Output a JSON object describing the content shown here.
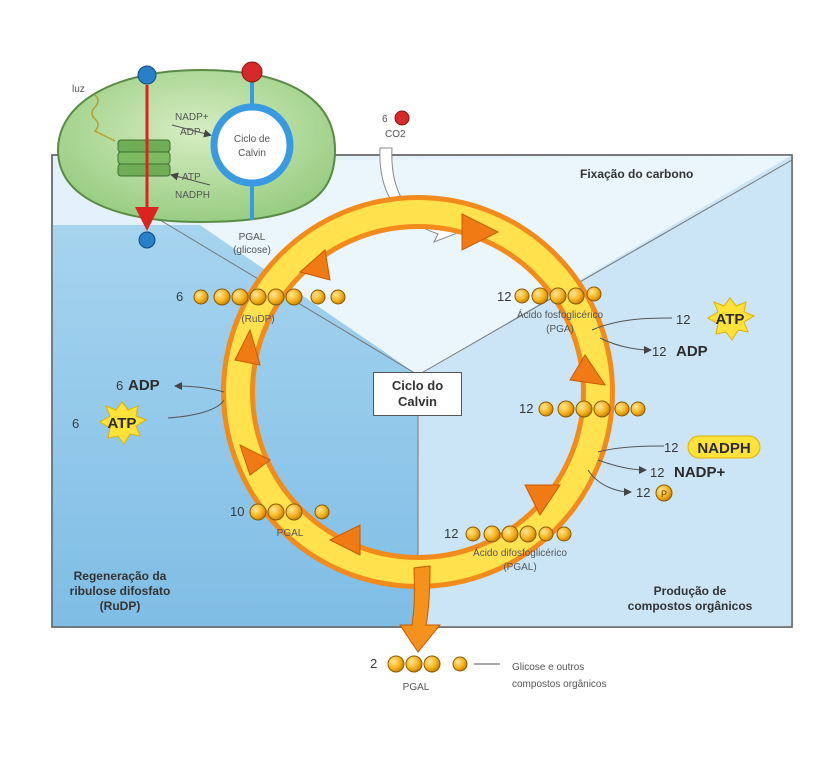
{
  "chloroplast": {
    "light_label": "luz",
    "mini_cycle_line1": "Ciclo de",
    "mini_cycle_line2": "Calvin",
    "mini_labels": [
      "NADP+",
      "ADP",
      "ATP",
      "NADPH"
    ],
    "bottom_line1": "PGAL",
    "bottom_line2": "(glicose)"
  },
  "co2": {
    "count": "6",
    "label": "CO2"
  },
  "phases": {
    "fixation": "Fixação do carbono",
    "regeneration_line1": "Regeneração da",
    "regeneration_line2": "ribulose difosfato",
    "regeneration_line3": "(RuDP)",
    "production_line1": "Produção de",
    "production_line2": "compostos orgânicos"
  },
  "center": {
    "line1": "Ciclo do",
    "line2": "Calvin"
  },
  "rudp": {
    "count": "6",
    "label": "(RuDP)"
  },
  "pga": {
    "count": "12",
    "label_line1": "Ácido fosfoglicérico",
    "label_line2": "(PGA)"
  },
  "mid_right": {
    "count": "12"
  },
  "dpga": {
    "count": "12",
    "label_line1": "Ácido difosfoglicérico",
    "label_line2": "(PGAL)"
  },
  "pgal_left": {
    "count": "10",
    "label": "PGAL"
  },
  "right_inputs": {
    "atp_count": "12",
    "atp": "ATP",
    "adp_count": "12",
    "adp": "ADP",
    "nadph_count": "12",
    "nadph": "NADPH",
    "nadp_count": "12",
    "nadp": "NADP+",
    "p_count": "12",
    "p": "P"
  },
  "left_inputs": {
    "adp_count": "6",
    "adp": "ADP",
    "atp_count": "6",
    "atp": "ATP"
  },
  "output": {
    "count": "2",
    "label": "PGAL",
    "desc_line1": "Glicose e outros",
    "desc_line2": "compostos orgânicos"
  },
  "colors": {
    "panel_left": "#8fc6e8",
    "panel_right": "#d8ecf8",
    "ring_outer": "#f28a1c",
    "ring_inner": "#ffe04a",
    "molecule": "#f5b41c",
    "atp_burst": "#ffe33b",
    "chloroplast": "#9fd18a"
  }
}
